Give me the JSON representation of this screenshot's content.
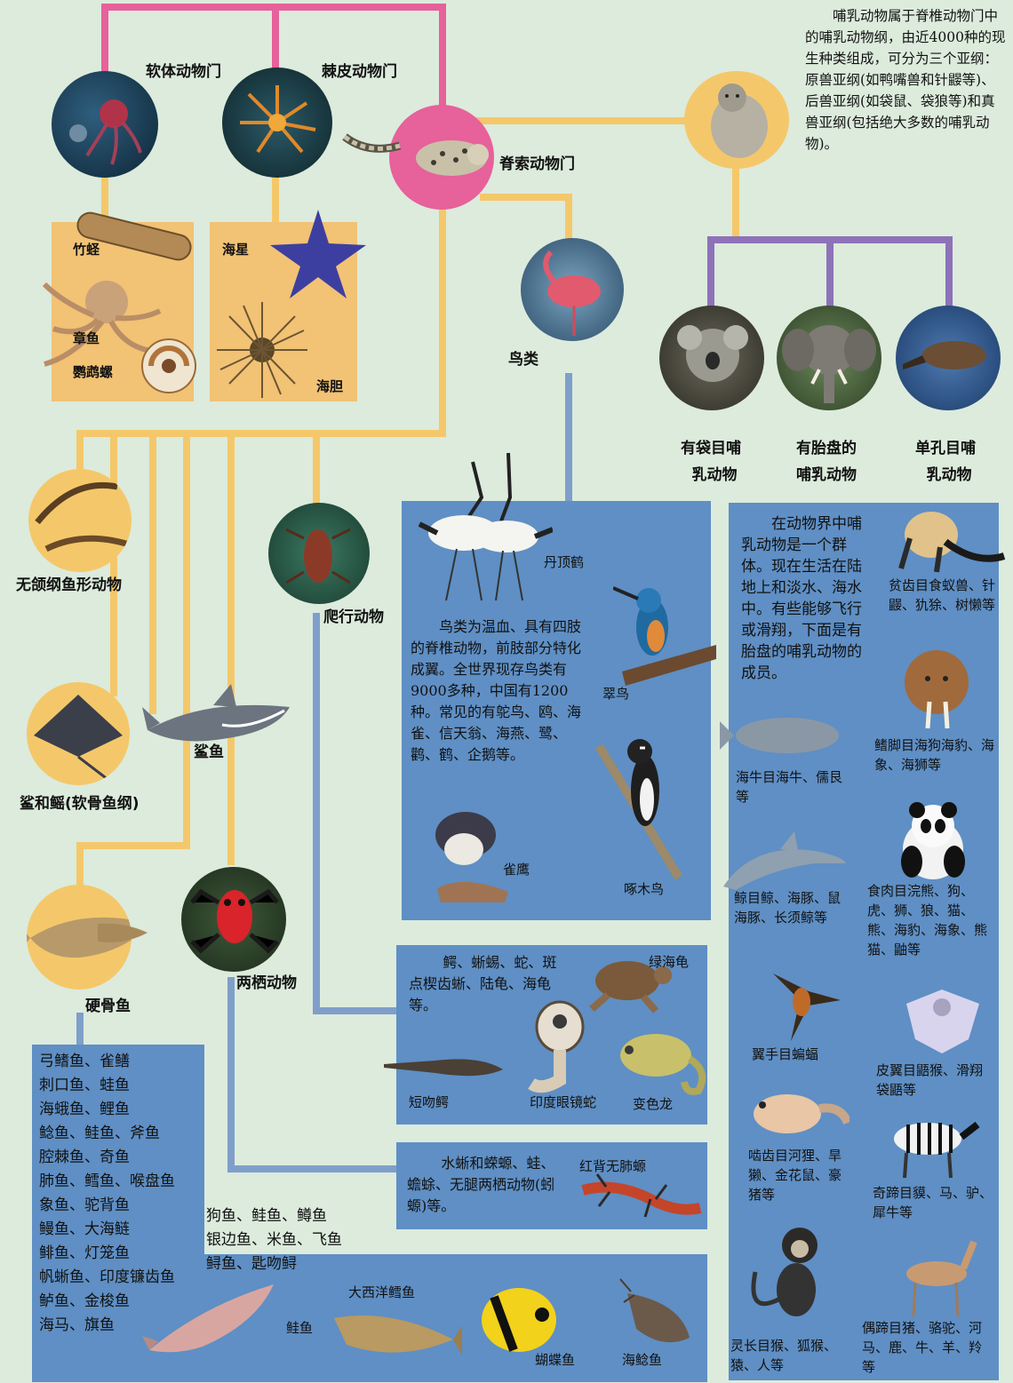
{
  "phyla": {
    "mollusca": "软体动物门",
    "echinoderm": "棘皮动物门",
    "chordata": "脊索动物门"
  },
  "mammal_intro": "哺乳动物属于脊椎动物门中的哺乳动物纲，由近4000种的现生种类组成，可分为三个亚纲：原兽亚纲(如鸭嘴兽和针鼹等)、后兽亚纲(如袋鼠、袋狼等)和真兽亚纲(包括绝大多数的哺乳动物)。",
  "mollusk_labels": {
    "zhucheng": "竹蛏",
    "zhangyu": "章鱼",
    "yingwuluo": "鹦鹉螺"
  },
  "echino_labels": {
    "haixing": "海星",
    "haidan": "海胆"
  },
  "birds": {
    "label": "鸟类",
    "text": "鸟类为温血、具有四肢的脊椎动物，前肢部分特化成翼。全世界现存鸟类有9000多种，中国有1200种。常见的有鸵鸟、鸥、海雀、信天翁、海燕、鹭、鹳、鹤、企鹅等。",
    "captions": {
      "crane": "丹顶鹤",
      "kingfisher": "翠鸟",
      "hawk": "雀鹰",
      "woodpecker": "啄木鸟"
    }
  },
  "mammal_subclasses": {
    "marsupial": [
      "有袋目哺",
      "乳动物"
    ],
    "placental": [
      "有胎盘的",
      "哺乳动物"
    ],
    "monotreme": [
      "单孔目哺",
      "乳动物"
    ]
  },
  "placental_panel": {
    "intro": "在动物界中哺乳动物是一个群体。现在生活在陆地上和淡水、海水中。有些能够飞行或滑翔，下面是有胎盘的哺乳动物的成员。",
    "orders": {
      "edentata": "贫齿目食蚁兽、针鼹、犰狳、树懒等",
      "pinniped": "鳍脚目海狗海豹、海象、海狮等",
      "sirenia": "海牛目海牛、儒艮等",
      "cetacea": "鲸目鲸、海豚、鼠海豚、长须鲸等",
      "carnivora": "食肉目浣熊、狗、虎、狮、狼、猫、熊、海豹、海象、熊猫、鼬等",
      "chiroptera": "翼手目蝙蝠",
      "dermoptera": "皮翼目鼯猴、滑翔袋鼯等",
      "rodentia": "啮齿目河狸、旱獭、金花鼠、豪猪等",
      "perissodactyla": "奇蹄目貘、马、驴、犀牛等",
      "primates": "灵长目猴、狐猴、猿、人等",
      "artiodactyla": "偶蹄目猪、骆驼、河马、鹿、牛、羊、羚等"
    }
  },
  "left_labels": {
    "agnatha": "无颌纲鱼形动物",
    "shark": "鲨鱼",
    "chondrichthyes": "鲨和鳐(软骨鱼纲)",
    "reptile": "爬行动物",
    "amphibian": "两栖动物",
    "osteichthyes": "硬骨鱼"
  },
  "reptile_panel": {
    "text": "鳄、蜥蜴、蛇、斑点楔齿蜥、陆龟、海龟等。",
    "captions": {
      "turtle": "绿海龟",
      "gharial": "短吻鳄",
      "cobra": "印度眼镜蛇",
      "chameleon": "变色龙"
    }
  },
  "amphibian_panel": {
    "text": "水蜥和蝾螈、蛙、蟾蜍、无腿两栖动物(蚓螈)等。",
    "caption": "红背无肺螈"
  },
  "fish_list": [
    "弓鳍鱼、雀鳝",
    "刺口鱼、蛙鱼",
    "海蛾鱼、鲤鱼",
    "鲶鱼、鲑鱼、斧鱼",
    "腔棘鱼、奇鱼",
    "肺鱼、鳕鱼、喉盘鱼",
    "象鱼、驼背鱼",
    "鳗鱼、大海鲢",
    "鲱鱼、灯笼鱼",
    "帆蜥鱼、印度镰齿鱼",
    "鲈鱼、金梭鱼",
    "海马、旗鱼"
  ],
  "fish_list2": [
    "狗鱼、鲑鱼、鳟鱼",
    "银边鱼、米鱼、飞鱼",
    "鲟鱼、匙吻鲟"
  ],
  "fish_captions": {
    "cod": "大西洋鳕鱼",
    "salmon": "鲑鱼",
    "butterfly": "蝴蝶鱼",
    "catfish": "海鲶鱼"
  },
  "colors": {
    "background": "#dcebdc",
    "pink": "#e7619a",
    "yellow": "#f4c86a",
    "purple": "#8d72b8",
    "blue_panel": "#5f8fc4"
  }
}
